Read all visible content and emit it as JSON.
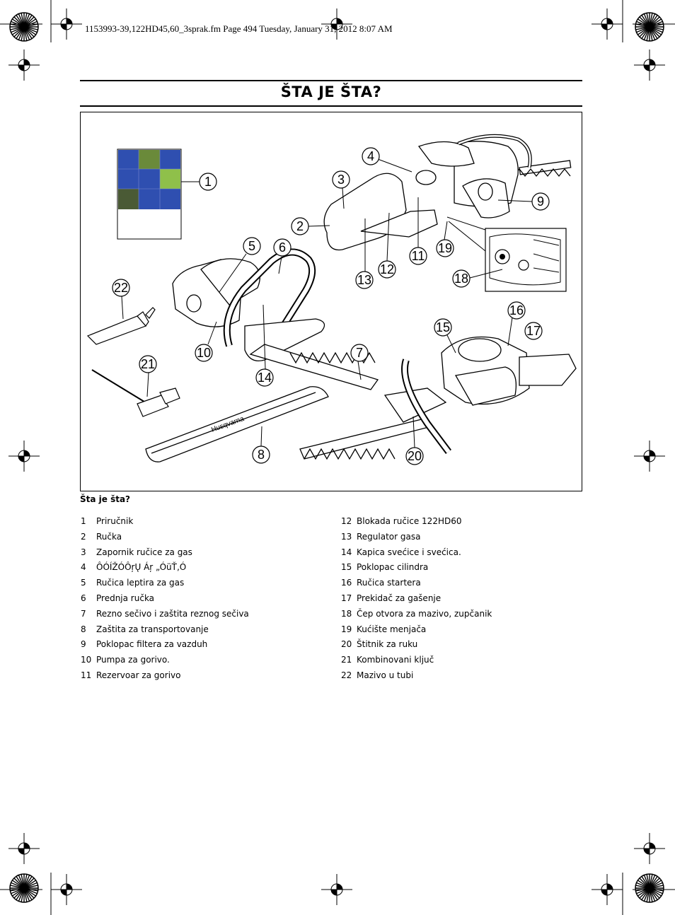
{
  "header": {
    "file_info": "1153993-39,122HD45,60_3sprak.fm  Page 494  Tuesday, January 31, 2012  8:07 AM"
  },
  "page_title": "ŠTA JE ŠTA?",
  "figure": {
    "callout_numbers": [
      "1",
      "2",
      "3",
      "4",
      "5",
      "6",
      "7",
      "8",
      "9",
      "10",
      "11",
      "12",
      "13",
      "14",
      "15",
      "16",
      "17",
      "18",
      "19",
      "20",
      "21",
      "22"
    ],
    "brand_label": "Husqvarna"
  },
  "caption": "Šta je šta?",
  "parts_left": [
    {
      "num": "1",
      "label": "Priručnik"
    },
    {
      "num": "2",
      "label": "Ručka"
    },
    {
      "num": "3",
      "label": "Zapornik ručice za gas"
    },
    {
      "num": "4",
      "label": "ÔÓÍŽÓÔŗŲ Áŗ „ÓüŤ‚Ó"
    },
    {
      "num": "5",
      "label": "Ručica leptira za gas"
    },
    {
      "num": "6",
      "label": "Prednja ručka"
    },
    {
      "num": "7",
      "label": "Rezno sečivo i zaštita reznog sečiva"
    },
    {
      "num": "8",
      "label": "Zaštita za transportovanje"
    },
    {
      "num": "9",
      "label": "Poklopac filtera za vazduh"
    },
    {
      "num": "10",
      "label": "Pumpa za gorivo."
    },
    {
      "num": "11",
      "label": "Rezervoar za gorivo"
    }
  ],
  "parts_right": [
    {
      "num": "12",
      "label": "Blokada ručice 122HD60"
    },
    {
      "num": "13",
      "label": "Regulator gasa"
    },
    {
      "num": "14",
      "label": "Kapica svećice i svećica."
    },
    {
      "num": "15",
      "label": "Poklopac cilindra"
    },
    {
      "num": "16",
      "label": "Ručica startera"
    },
    {
      "num": "17",
      "label": "Prekidač za gašenje"
    },
    {
      "num": "18",
      "label": "Čep otvora za mazivo, zupčanik"
    },
    {
      "num": "19",
      "label": "Kućište menjača"
    },
    {
      "num": "20",
      "label": "Štitnik za ruku"
    },
    {
      "num": "21",
      "label": "Kombinovani ključ"
    },
    {
      "num": "22",
      "label": "Mazivo u tubi"
    }
  ]
}
